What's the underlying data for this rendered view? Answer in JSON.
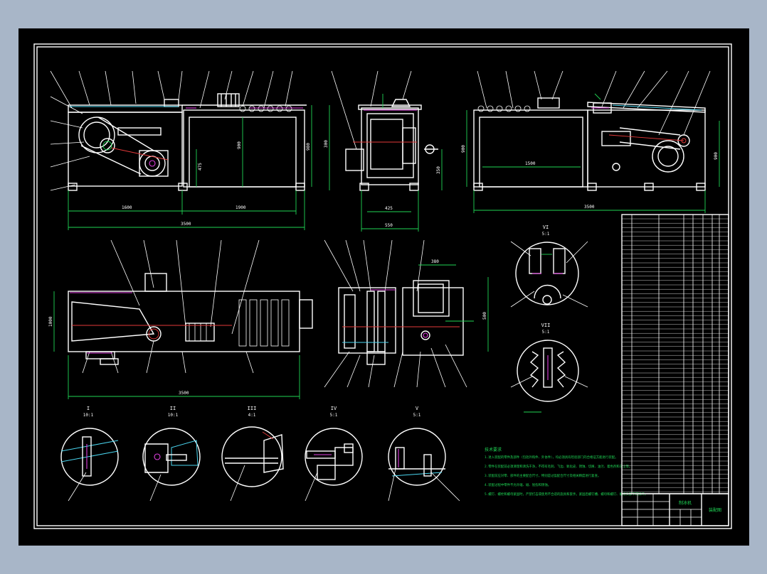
{
  "views": {
    "front": {
      "dim_left": "1600",
      "dim_mid": "1900",
      "dim_total": "3500",
      "dim_h1": "475",
      "dim_h2": "900",
      "dim_h3": "980",
      "dim_h4": "300"
    },
    "side": {
      "dim_w1": "425",
      "dim_w2": "550",
      "dim_h": "350"
    },
    "rear": {
      "dim_total": "3500",
      "dim_mid": "1500",
      "dim_h": "900",
      "dim_h2": "900"
    },
    "top": {
      "dim_total": "3500",
      "dim_h": "1000"
    },
    "right_top": {
      "dim_w": "380",
      "dim_h": "500"
    }
  },
  "details": [
    {
      "label": "I",
      "scale": "10:1"
    },
    {
      "label": "II",
      "scale": "10:1"
    },
    {
      "label": "III",
      "scale": "4:1"
    },
    {
      "label": "IV",
      "scale": "5:1"
    },
    {
      "label": "V",
      "scale": "5:1"
    },
    {
      "label": "VI",
      "scale": "5:1"
    },
    {
      "label": "VII",
      "scale": "5:1"
    }
  ],
  "notes": {
    "heading": "技术要求",
    "lines": [
      "1.进入装配的零件及部件（包括外购件、外协件），均必须具有检验部门的合格证方能进行装配。",
      "2.零件在装配前必须清理和清洗干净，不得有毛刺、飞边、氧化皮、锈蚀、切屑、油污、着色剂和灰尘等。",
      "3.装配前应对零、部件的主要配合尺寸，特别是过盈配合尺寸及相关精度进行复查。",
      "4.装配过程中零件不允许磕、碰、划伤和锈蚀。",
      "5.螺钉、螺栓和螺母紧固时，严禁打击或使用不合适的旋具和扳手。紧固后螺钉槽、螺母和螺钉、螺栓头部不得损坏。"
    ]
  },
  "title_block": {
    "name": "制冰机",
    "drawing_no": "装配图"
  }
}
